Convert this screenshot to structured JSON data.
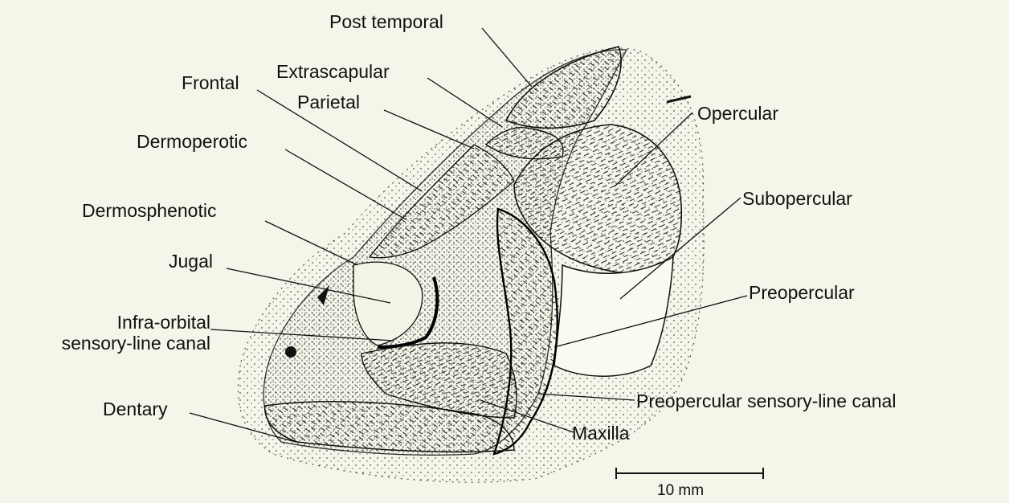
{
  "figure": {
    "background": "#f3f7e9",
    "ink": "#111111",
    "labels": {
      "post_temporal": "Post temporal",
      "extrascapular": "Extrascapular",
      "frontal": "Frontal",
      "parietal": "Parietal",
      "opercular": "Opercular",
      "dermoperotic": "Dermoperotic",
      "subopercular": "Subopercular",
      "dermosphenotic": "Dermosphenotic",
      "jugal": "Jugal",
      "preopercular": "Preopercular",
      "infra_orbital_line1": "Infra-orbital",
      "infra_orbital_line2": "sensory-line canal",
      "preopercular_canal": "Preopercular sensory-line canal",
      "dentary": "Dentary",
      "maxilla": "Maxilla"
    },
    "scale_bar": {
      "text": "10 mm"
    }
  }
}
